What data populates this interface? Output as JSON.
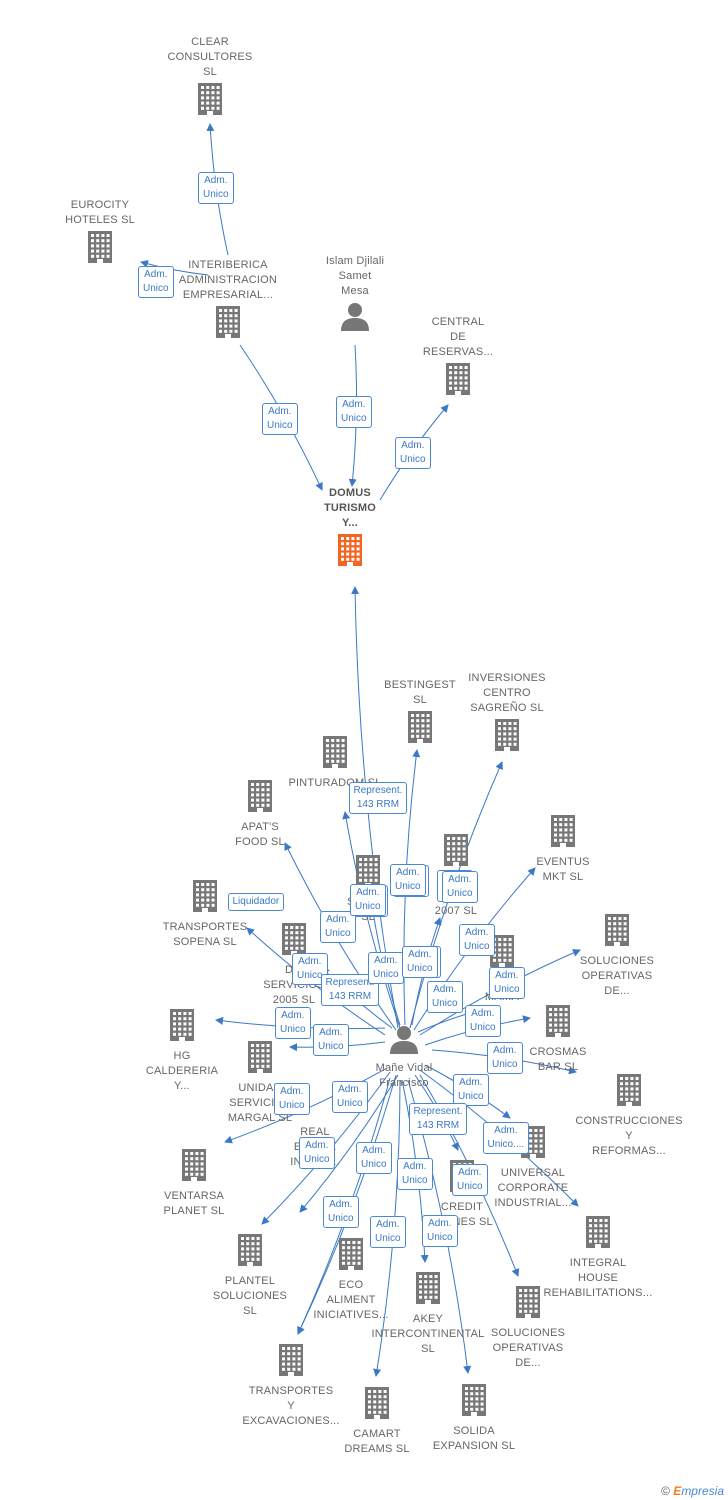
{
  "colors": {
    "edge": "#3b79c6",
    "company": "#777777",
    "focus": "#f26522",
    "badge_border": "#4a88d4"
  },
  "nodes": [
    {
      "id": "clear",
      "label": "CLEAR\nCONSULTORES\nSL",
      "icon": "building-icon"
    },
    {
      "id": "eurocity",
      "label": "EUROCITY\nHOTELES  SL",
      "icon": "building-icon"
    },
    {
      "id": "interiberica",
      "label": "INTERIBERICA\nADMINISTRACION\nEMPRESARIAL...",
      "icon": "building-icon"
    },
    {
      "id": "islam",
      "label": "Islam Djilali\nSamet\nMesa",
      "icon": "person-icon"
    },
    {
      "id": "central",
      "label": "CENTRAL\nDE\nRESERVAS...",
      "icon": "building-icon"
    },
    {
      "id": "domus",
      "label": "DOMUS\nTURISMO\nY...",
      "icon": "building-icon",
      "focus": true
    },
    {
      "id": "bestingest",
      "label": "BESTINGEST\nSL",
      "icon": "building-icon"
    },
    {
      "id": "inversiones",
      "label": "INVERSIONES\nCENTRO\nSAGREÑO  SL",
      "icon": "building-icon"
    },
    {
      "id": "pinturadom",
      "label": "PINTURADOM SL",
      "icon": "building-icon"
    },
    {
      "id": "apats",
      "label": "APAT'S\nFOOD  SL",
      "icon": "building-icon"
    },
    {
      "id": "eventus",
      "label": "EVENTUS\nMKT  SL",
      "icon": "building-icon"
    },
    {
      "id": "transportes_sopena",
      "label": "TRANSPORTES\nSOPENA SL",
      "icon": "building-icon"
    },
    {
      "id": "soluciones1",
      "label": "SOLUCIONES\nOPERATIVAS\nDE...",
      "icon": "building-icon"
    },
    {
      "id": "hg",
      "label": "HG\nCALDERERIA\nY...",
      "icon": "building-icon"
    },
    {
      "id": "crosmas",
      "label": "CROSMAS\nBAR SL",
      "icon": "building-icon"
    },
    {
      "id": "unidad",
      "label": "UNIDAD\nSERVICIOS\nMARGAL SL",
      "icon": "building-icon"
    },
    {
      "id": "construcciones",
      "label": "CONSTRUCCIONES\nY\nREFORMAS...",
      "icon": "building-icon"
    },
    {
      "id": "ventarsa",
      "label": "VENTARSA\nPLANET SL",
      "icon": "building-icon"
    },
    {
      "id": "universal",
      "label": "UNIVERSAL\nCORPORATE\nINDUSTRIAL...",
      "icon": "building-icon"
    },
    {
      "id": "realestate",
      "label": "REAL\nESTATE\nINVEST...",
      "icon": "building-icon"
    },
    {
      "id": "credit",
      "label": "CREDIT\nPLANES SL",
      "icon": "building-icon"
    },
    {
      "id": "integral",
      "label": "INTEGRAL\nHOUSE\nREHABILITATIONS...",
      "icon": "building-icon"
    },
    {
      "id": "plantel",
      "label": "PLANTEL\nSOLUCIONES\nSL",
      "icon": "building-icon"
    },
    {
      "id": "eco",
      "label": "ECO\nALIMENT\nINICIATIVES...",
      "icon": "building-icon"
    },
    {
      "id": "akey",
      "label": "AKEY\nINTERCONTINENTAL SL",
      "icon": "building-icon"
    },
    {
      "id": "soluciones2",
      "label": "SOLUCIONES\nOPERATIVAS\nDE...",
      "icon": "building-icon"
    },
    {
      "id": "transportes_exc",
      "label": "TRANSPORTES\nY\nEXCAVACIONES...",
      "icon": "building-icon"
    },
    {
      "id": "camart",
      "label": "CAMART\nDREAMS SL",
      "icon": "building-icon"
    },
    {
      "id": "solida",
      "label": "SOLIDA\nEXPANSION  SL",
      "icon": "building-icon"
    },
    {
      "id": "sagr",
      "label": "SAGR...\nSL",
      "icon": "building-icon"
    },
    {
      "id": "dservicios",
      "label": "D...\nSERVICIOS\n2005 SL",
      "icon": "building-icon"
    },
    {
      "id": "inversiones2007",
      "label": "...NES\n...A\n2007 SL",
      "icon": "building-icon"
    },
    {
      "id": "quma",
      "label": "QU...\nMA...A",
      "icon": "building-icon"
    },
    {
      "id": "mane",
      "label": "Mañe Vidal\nFrancisco",
      "icon": "person-icon"
    }
  ],
  "badges": [
    "Adm.\nUnico",
    "Adm.\nUnico",
    "Adm.\nUnico",
    "Adm.\nUnico",
    "Adm.\nUnico",
    "Represent.\n143 RRM",
    "Liquidador",
    "Adm.\nUnico",
    "Adm.\nUnico",
    "Adm.\nUnico",
    "Adm.\nUnico",
    "Adm.\nUnico",
    "Adm.\nUnico",
    "Represent.\n143 RRM",
    "Adm.\nUnico",
    "Adm.\nUnico",
    "Adm.\nUnico",
    "Adm.\nUnico",
    "Adm.\nUnico",
    "Adm.\nUnico",
    "Adm.\nUnico",
    "Adm.\nUnico",
    "Adm.\nUnico",
    "Adm.\nUnico",
    "Adm.\nUnico",
    "Represent.\n143 RRM",
    "Adm.\nUnico....",
    "Adm.\nUnico",
    "Adm.\nUnico",
    "Adm.\nUnico",
    "Adm.\nUnico",
    "Adm.\nUnico",
    "Adm.\nUnico",
    "Adm.\nUnico",
    "Adm.\nUnico",
    "Adm.\nUnico",
    "Adm.\nUnico",
    "Adm.\nUnico"
  ],
  "footer": {
    "copyright": "©",
    "brand_initial": "E",
    "brand_rest": "mpresia"
  }
}
